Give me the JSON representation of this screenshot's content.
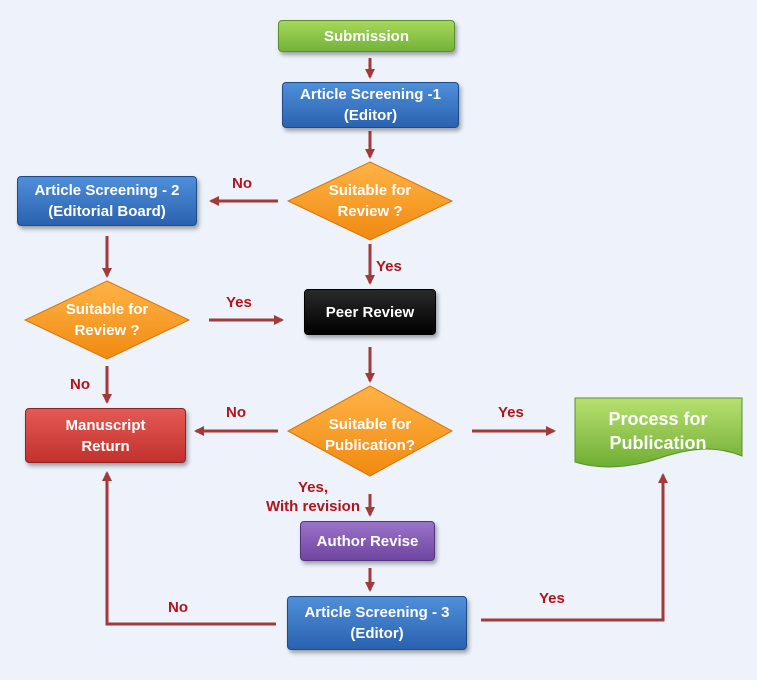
{
  "nodes": {
    "submission": "Submission",
    "screening1": "Article Screening -1\n(Editor)",
    "suitable_review_1": "Suitable for\nReview ?",
    "screening2": "Article Screening - 2\n(Editorial Board)",
    "suitable_review_2": "Suitable for\nReview ?",
    "peer_review": "Peer Review",
    "suitable_publication": "Suitable for\nPublication?",
    "manuscript_return": "Manuscript\nReturn",
    "process_publication": "Process for\nPublication",
    "author_revise": "Author Revise",
    "screening3": "Article Screening - 3\n(Editor)"
  },
  "labels": {
    "no_to_screening2": "No",
    "yes_to_peer_review": "Yes",
    "yes_from_review2": "Yes",
    "no_from_review2": "No",
    "no_to_return": "No",
    "yes_to_publication": "Yes",
    "yes_with_revision": "Yes,\nWith revision",
    "no_from_screening3": "No",
    "yes_from_screening3": "Yes"
  },
  "colors": {
    "arrow": "#a33a3a",
    "label": "#b5121b",
    "diamond": "#f7941d",
    "background": "#eef3fb"
  }
}
